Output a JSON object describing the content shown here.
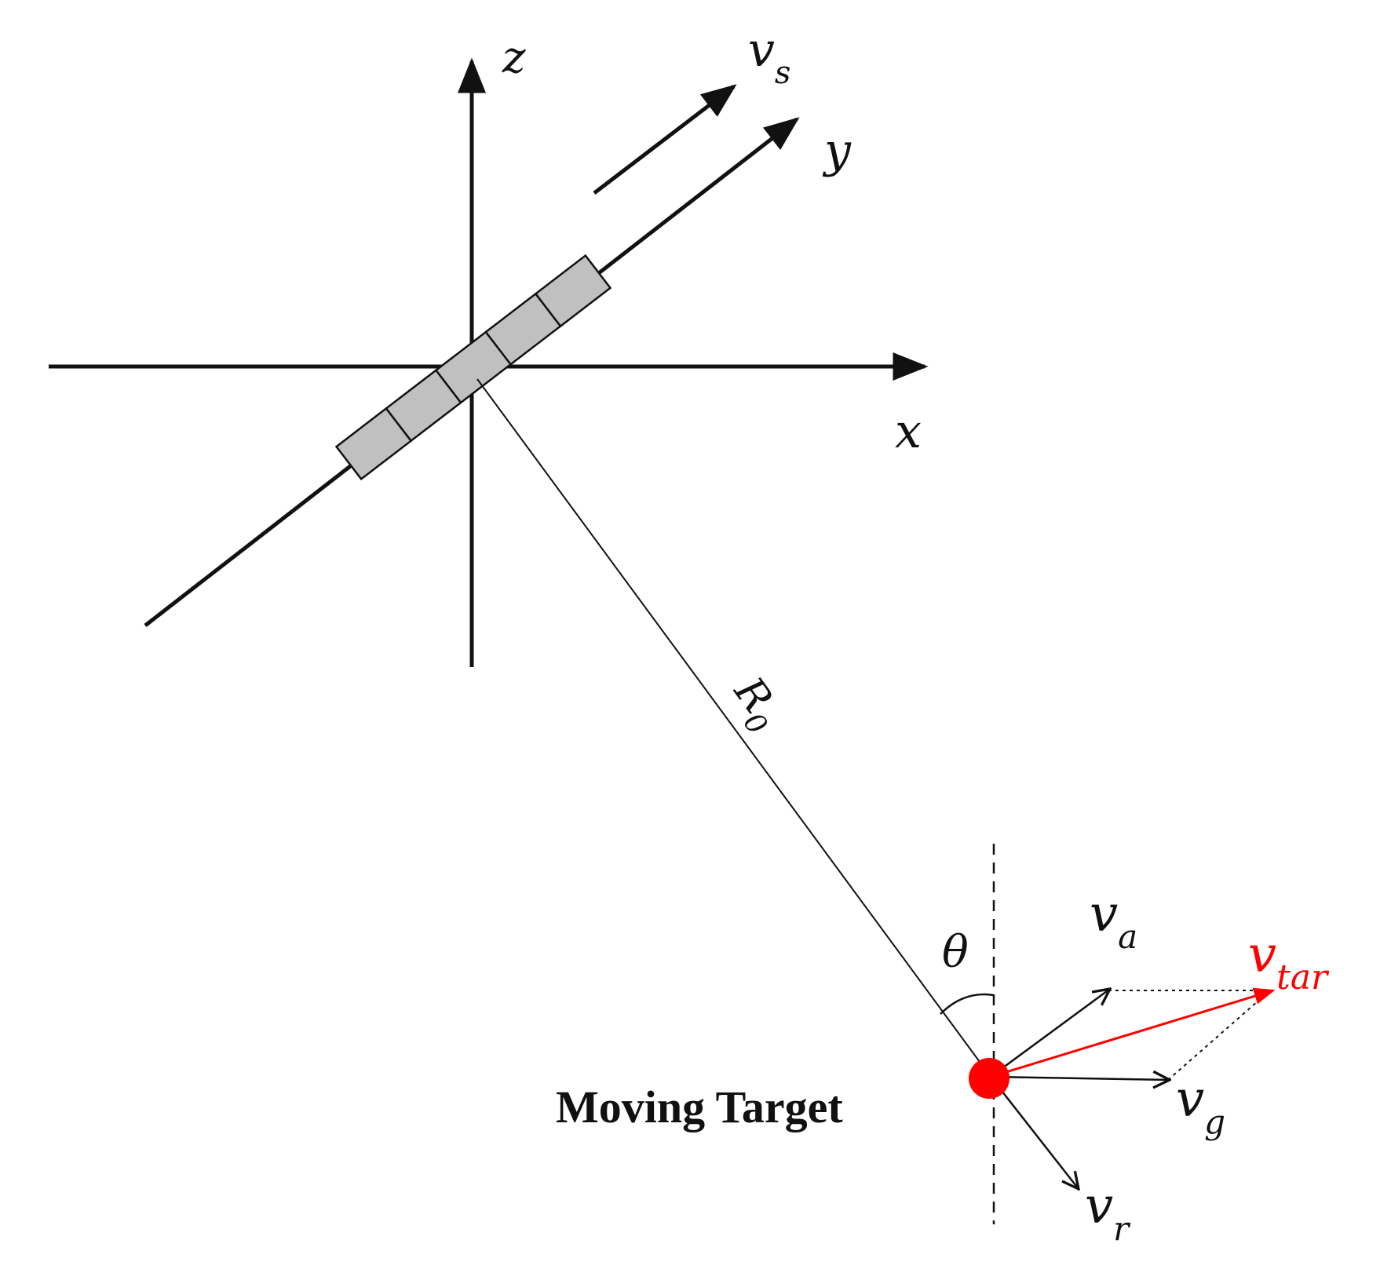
{
  "labels": {
    "z_axis": "z",
    "y_axis": "y",
    "x_axis": "x",
    "sensor_velocity": {
      "base": "v",
      "sub": "s"
    },
    "range": {
      "base": "R",
      "sub": "0"
    },
    "angle": "θ",
    "v_a": {
      "base": "v",
      "sub": "a"
    },
    "v_tar": {
      "base": "v",
      "sub": "tar"
    },
    "v_g": {
      "base": "v",
      "sub": "g"
    },
    "v_r": {
      "base": "v",
      "sub": "r"
    },
    "target_caption": "Moving Target"
  },
  "colors": {
    "ink": "#111111",
    "antenna_fill": "#c0c0c0",
    "target": "#ff0000",
    "target_velocity": "#ff0000"
  },
  "antenna": {
    "element_count": 5
  }
}
